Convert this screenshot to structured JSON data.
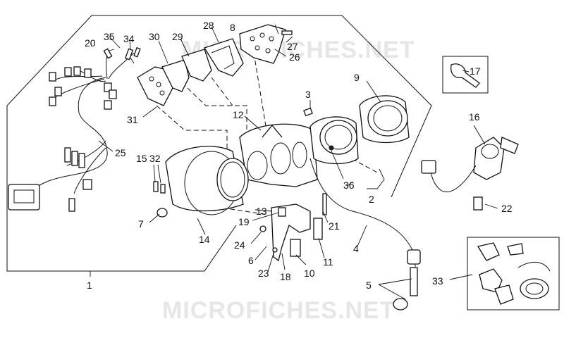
{
  "watermarks": [
    "MICROFICHES.NET",
    "MICROFICHES.NET"
  ],
  "callouts": [
    "1",
    "2",
    "4",
    "5",
    "6",
    "7",
    "8",
    "9",
    "10",
    "11",
    "12",
    "13",
    "14",
    "15",
    "16",
    "17",
    "18",
    "19",
    "20",
    "21",
    "22",
    "23",
    "24",
    "25",
    "26",
    "27",
    "28",
    "29",
    "30",
    "31",
    "32",
    "33",
    "34",
    "35",
    "36",
    "3"
  ]
}
